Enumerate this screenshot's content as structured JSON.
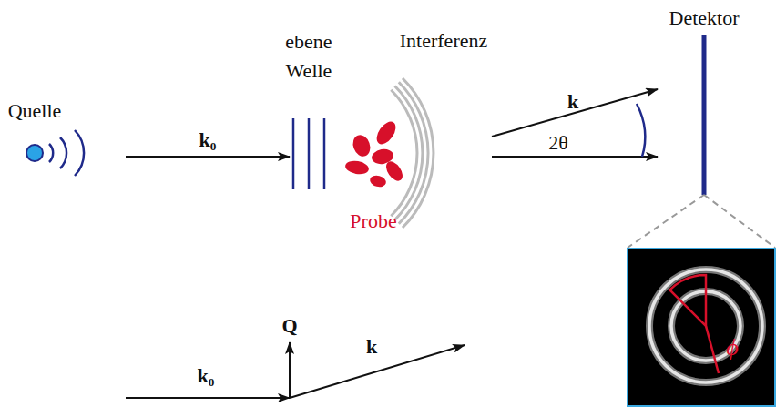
{
  "diagram": {
    "nodes": [
      {
        "text": [
          "ϕ"
        ]
      }
    ],
    "labels": [
      "Quelle",
      "k₀",
      "ebene Welle",
      "Interferenz",
      "Probe",
      "k",
      "2θ",
      "Detektor",
      "Q",
      "k₀",
      "k"
    ]
  }
}
